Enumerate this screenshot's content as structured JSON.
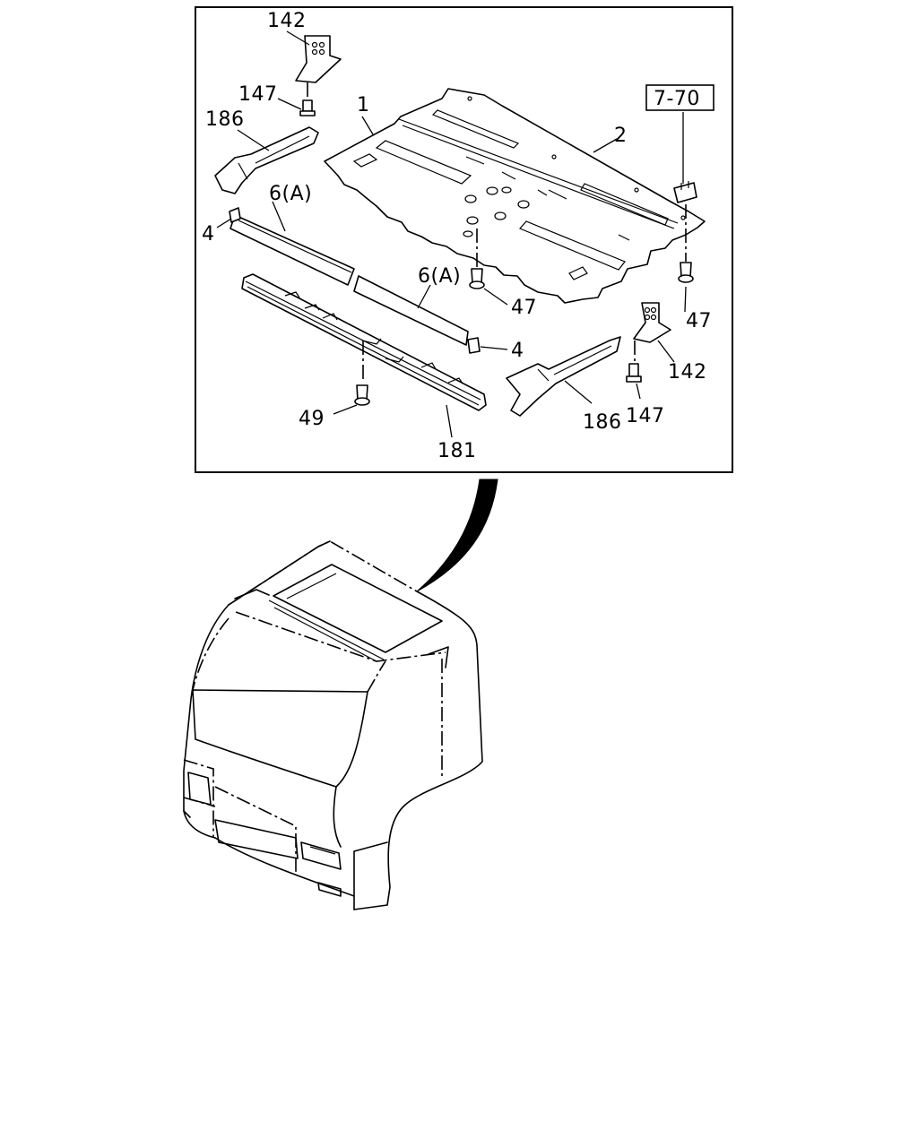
{
  "diagram": {
    "callouts": {
      "c1": "1",
      "c2": "2",
      "c4_left": "4",
      "c4_right": "4",
      "c6a_left": "6(A)",
      "c6a_right": "6(A)",
      "c47_center": "47",
      "c47_right": "47",
      "c49": "49",
      "c142_top": "142",
      "c142_right": "142",
      "c147_top": "147",
      "c147_right": "147",
      "c181": "181",
      "c186_left": "186",
      "c186_right": "186",
      "ref_7_70": "7-70"
    }
  }
}
